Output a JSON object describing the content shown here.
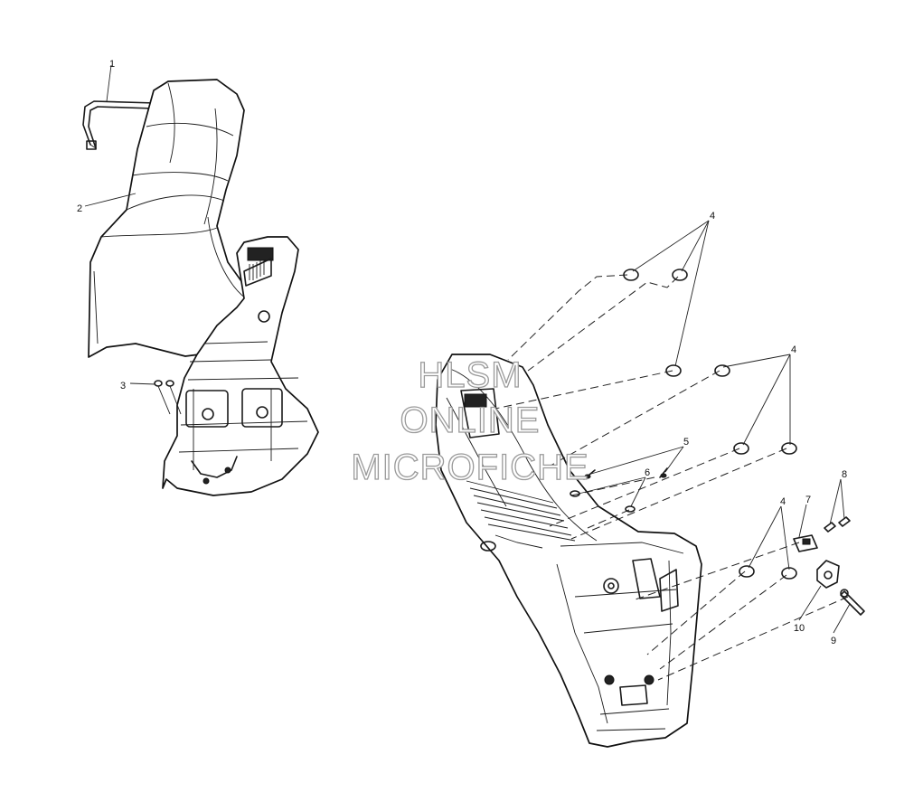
{
  "watermark": {
    "line1": "HLSM",
    "line2": "ONLINE",
    "line3": "MICROFICHE"
  },
  "callouts": {
    "c1": "1",
    "c2": "2",
    "c3": "3",
    "c4a": "4",
    "c4b": "4",
    "c4c": "4",
    "c5": "5",
    "c6": "6",
    "c7": "7",
    "c8": "8",
    "c9": "9",
    "c10": "10"
  }
}
